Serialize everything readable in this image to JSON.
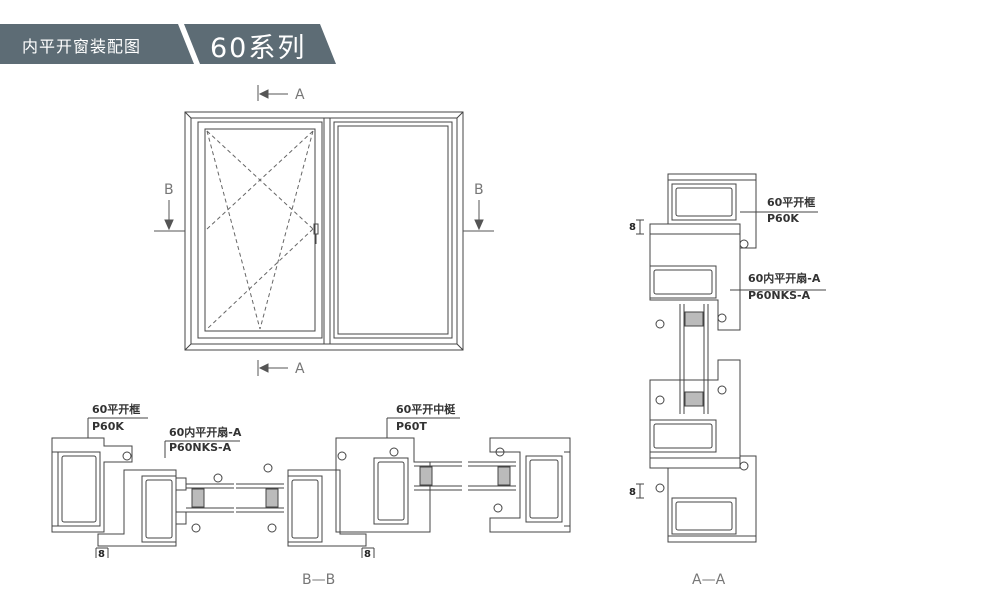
{
  "header": {
    "title": "内平开窗装配图",
    "series": "60系列"
  },
  "elevation": {
    "section_a": "A",
    "section_b": "B"
  },
  "bb_section": {
    "label_frame_1": "60平开框",
    "label_frame_2": "P60K",
    "label_sash_1": "60内平开扇-A",
    "label_sash_2": "P60NKS-A",
    "label_mullion_1": "60平开中梃",
    "label_mullion_2": "P60T",
    "dim_left": "8",
    "dim_right": "8",
    "caption": "B—B"
  },
  "aa_section": {
    "label_frame_1": "60平开框",
    "label_frame_2": "P60K",
    "label_sash_1": "60内平开扇-A",
    "label_sash_2": "P60NKS-A",
    "dim_top": "8",
    "dim_bottom": "8",
    "caption": "A—A"
  },
  "colors": {
    "banner": "#5d6c75",
    "line": "#444444",
    "glass": "#888888"
  }
}
